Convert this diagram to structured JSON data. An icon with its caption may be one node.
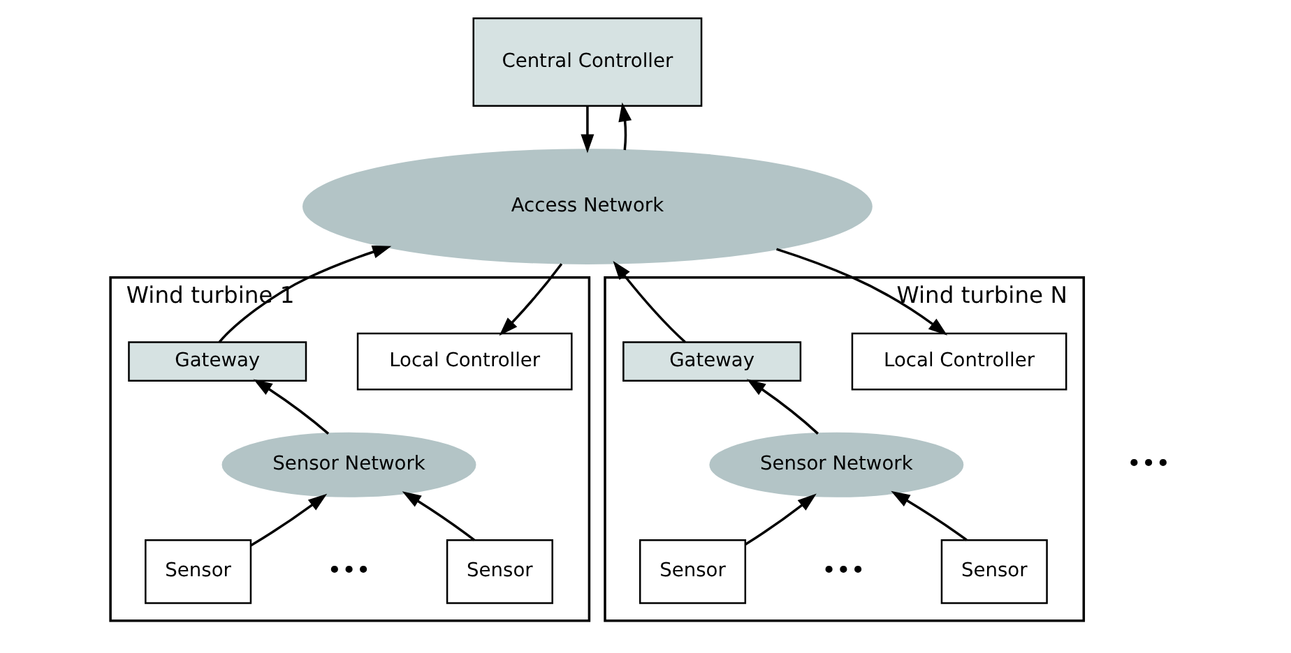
{
  "diagram": {
    "nodes": [
      {
        "text": [
          "Central Controller"
        ]
      },
      {
        "text": [
          "Access Network"
        ]
      },
      {
        "text": [
          "Wind turbine 1"
        ]
      },
      {
        "text": [
          "Local Controller"
        ],
        "in": 2
      },
      {
        "text": [
          "Gateway"
        ],
        "in": 2
      },
      {
        "text": [
          "Sensor Network"
        ],
        "in": 2
      },
      {
        "text": [
          "Sensor"
        ],
        "in": 2
      },
      {
        "text": [
          "Sensor"
        ],
        "in": 2
      },
      {
        "text": [
          "Wind turbine N"
        ]
      },
      {
        "text": [
          "Local Controller"
        ],
        "in": 8
      },
      {
        "text": [
          "Gateway"
        ],
        "in": 8
      },
      {
        "text": [
          "Sensor Network"
        ],
        "in": 8
      },
      {
        "text": [
          "Sensor"
        ],
        "in": 8
      },
      {
        "text": [
          "Sensor"
        ],
        "in": 8
      }
    ],
    "edges": [
      {
        "from": 0,
        "to": 1,
        "arrow": "to"
      },
      {
        "from": 1,
        "to": 0,
        "arrow": "to"
      },
      {
        "from": 1,
        "to": 3,
        "arrow": "to"
      },
      {
        "from": 4,
        "to": 1,
        "arrow": "to"
      },
      {
        "from": 5,
        "to": 4,
        "arrow": "to"
      },
      {
        "from": 6,
        "to": 5,
        "arrow": "to"
      },
      {
        "from": 7,
        "to": 5,
        "arrow": "to"
      },
      {
        "from": 1,
        "to": 9,
        "arrow": "to"
      },
      {
        "from": 10,
        "to": 1,
        "arrow": "to"
      },
      {
        "from": 11,
        "to": 10,
        "arrow": "to"
      },
      {
        "from": 12,
        "to": 11,
        "arrow": "to"
      },
      {
        "from": 13,
        "to": 11,
        "arrow": "to"
      }
    ],
    "labels": [
      "•••",
      "•••",
      "•••"
    ]
  }
}
